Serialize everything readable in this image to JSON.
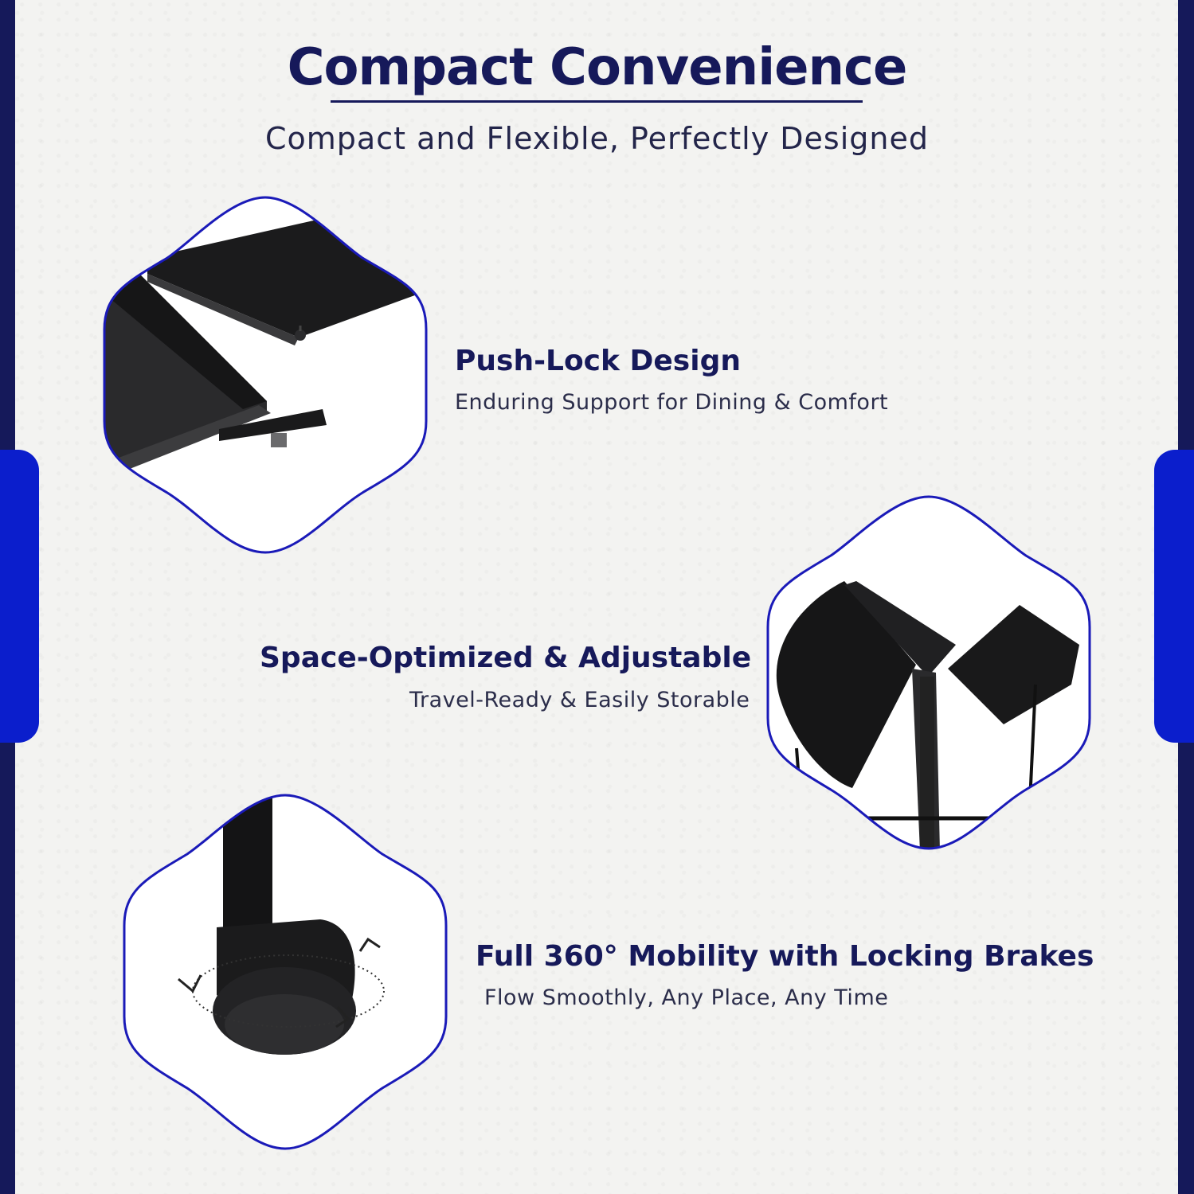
{
  "header": {
    "title": "Compact Convenience",
    "subtitle": "Compact and Flexible, Perfectly Designed"
  },
  "features": [
    {
      "heading": "Push-Lock Design",
      "subheading": "Enduring Support for Dining & Comfort"
    },
    {
      "heading": "Space-Optimized & Adjustable",
      "subheading": "Travel-Ready & Easily Storable"
    },
    {
      "heading": "Full 360° Mobility with Locking Brakes",
      "subheading": "Flow Smoothly, Any Place, Any Time"
    }
  ],
  "colors": {
    "navy": "#16195a",
    "royal_blue": "#0b1ecc",
    "frame_blue": "#1a1ab8",
    "background": "#f3f3f1"
  }
}
